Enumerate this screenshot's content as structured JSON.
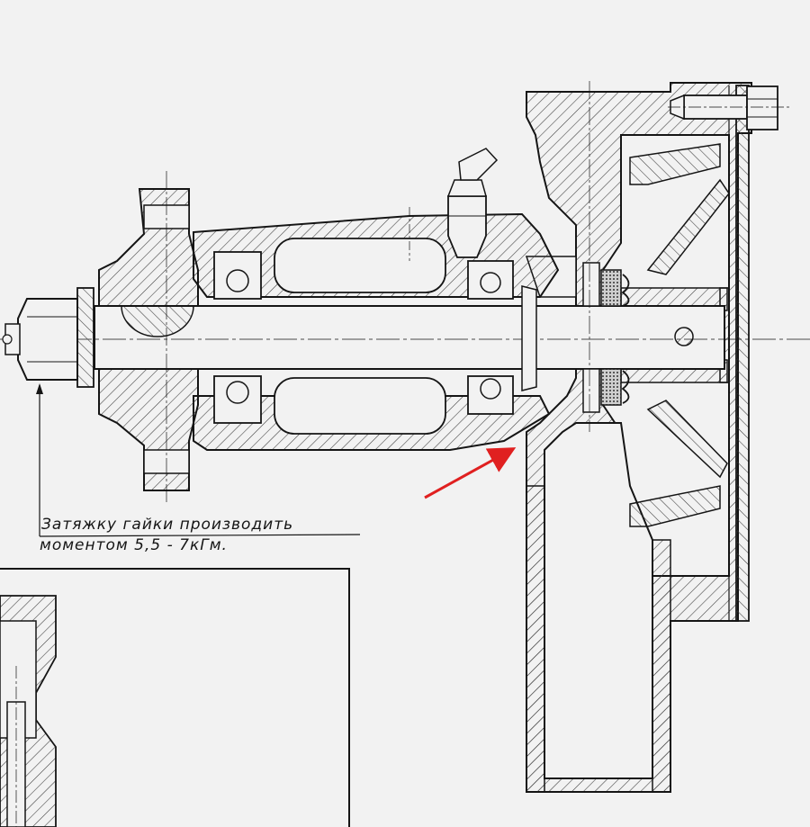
{
  "drawing": {
    "note_lines": [
      "Затяжку гайки производить",
      "моментом 5,5 - 7кГм."
    ],
    "colors": {
      "paper": "#f2f2f2",
      "ink": "#151515",
      "hatch": "#3a3a3a",
      "arrow": "#e02020"
    },
    "parts": [
      "pulley-hub",
      "shaft",
      "bearing-housing",
      "ball-bearing",
      "grease-fitting",
      "pump-body",
      "impeller",
      "seal",
      "bolt",
      "outlet-pipe"
    ]
  }
}
